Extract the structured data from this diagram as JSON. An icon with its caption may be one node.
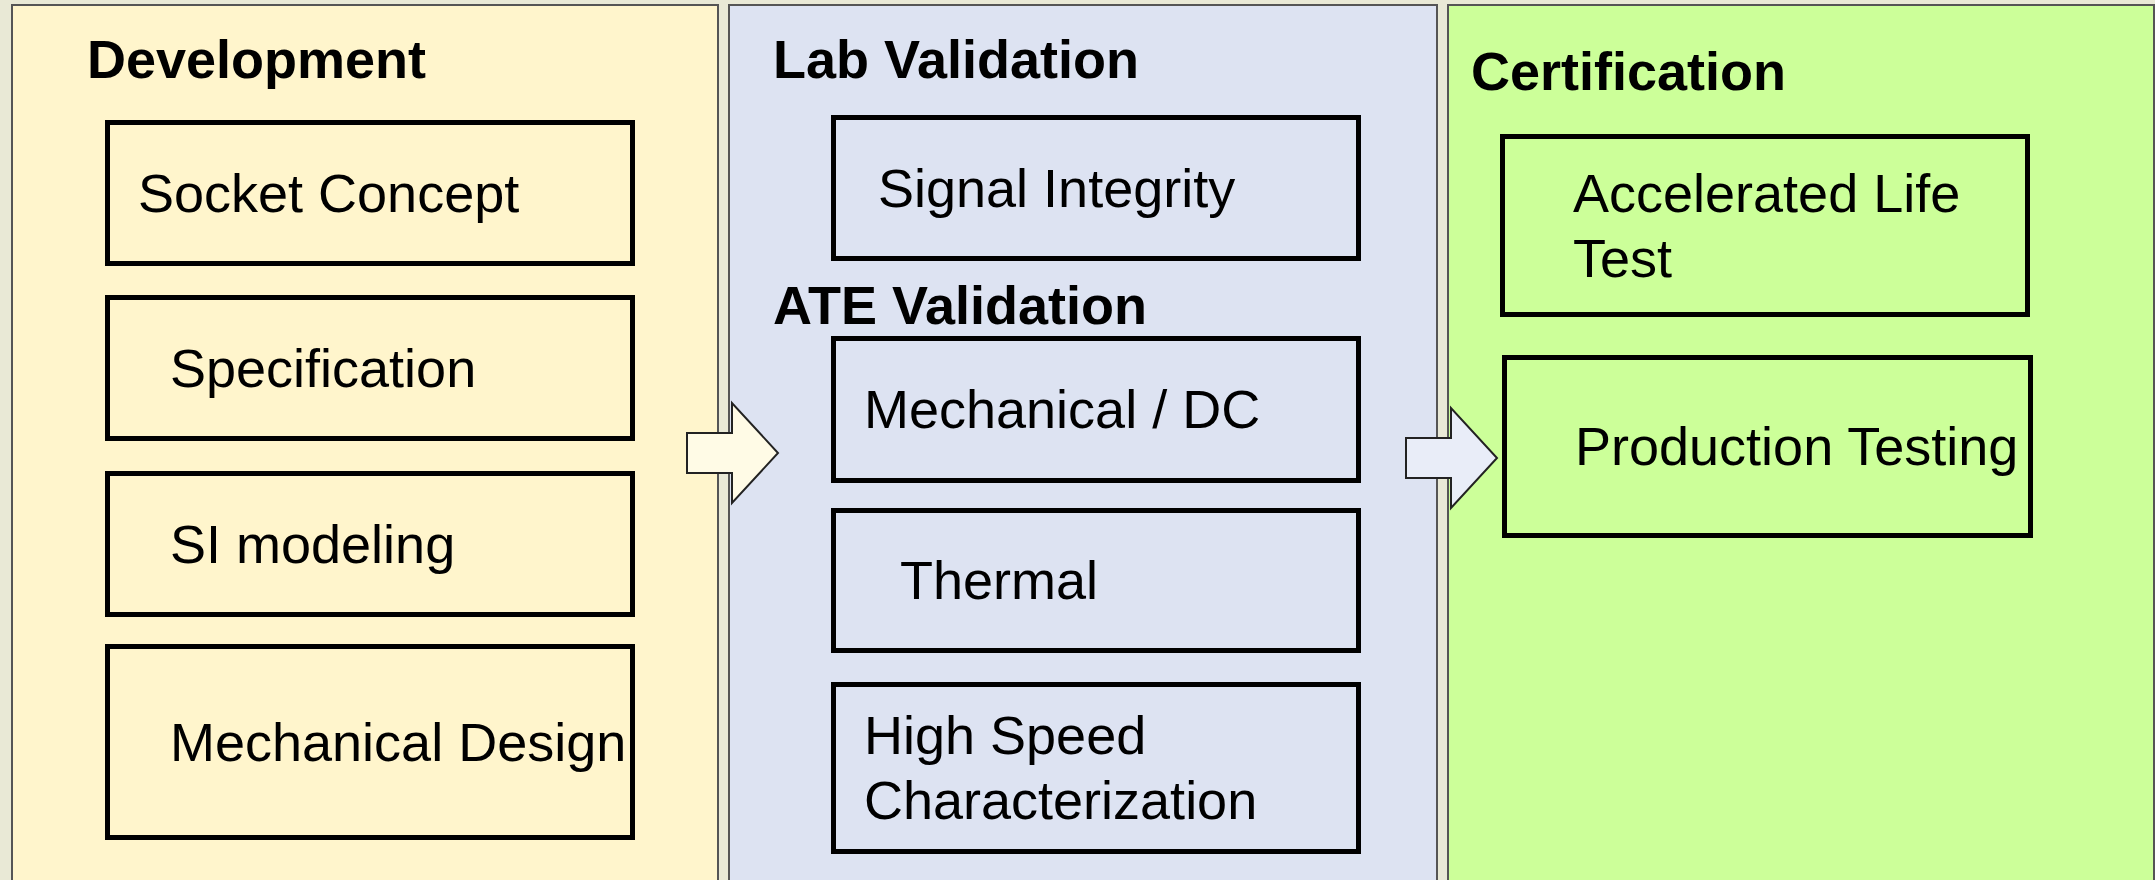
{
  "diagram": {
    "nodes": [
      {
        "text": [
          "Development"
        ]
      },
      {
        "text": [
          "Socket Concept"
        ],
        "in": 0
      },
      {
        "text": [
          "Specification"
        ],
        "in": 0
      },
      {
        "text": [
          "SI modeling"
        ],
        "in": 0
      },
      {
        "text": [
          "Mechanical Design"
        ],
        "in": 0
      },
      {
        "text": [
          "Lab Validation"
        ]
      },
      {
        "text": [
          "Signal Integrity"
        ],
        "in": 5
      },
      {
        "text": [
          "Mechanical / DC"
        ],
        "in": 5
      },
      {
        "text": [
          "Thermal"
        ],
        "in": 5
      },
      {
        "text": [
          "High Speed Characterization"
        ],
        "in": 5
      },
      {
        "text": [
          "Certification"
        ]
      },
      {
        "text": [
          "Accelerated Life Test"
        ],
        "in": 10
      },
      {
        "text": [
          "Production Testing"
        ],
        "in": 10
      }
    ],
    "edges": [
      {
        "from": 0,
        "to": 5,
        "arrow": "to"
      },
      {
        "from": 5,
        "to": 10,
        "arrow": "to"
      }
    ],
    "labels": [
      "ATE Validation"
    ]
  }
}
